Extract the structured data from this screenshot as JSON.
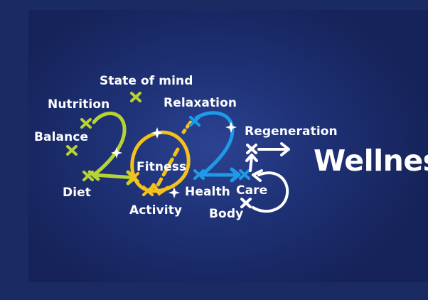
{
  "labels": {
    "state_of_mind": "State of mind",
    "nutrition": "Nutrition",
    "relaxation": "Relaxation",
    "regeneration": "Regeneration",
    "balance": "Balance",
    "fitness": "Fitness",
    "diet": "Diet",
    "health": "Health",
    "care": "Care",
    "activity": "Activity",
    "body": "Body"
  },
  "headline": "Wellness",
  "colors": {
    "background": "#1f3277",
    "lime": "#b5d334",
    "yellow": "#f4c21b",
    "blue": "#1e9be8",
    "white": "#ffffff"
  }
}
